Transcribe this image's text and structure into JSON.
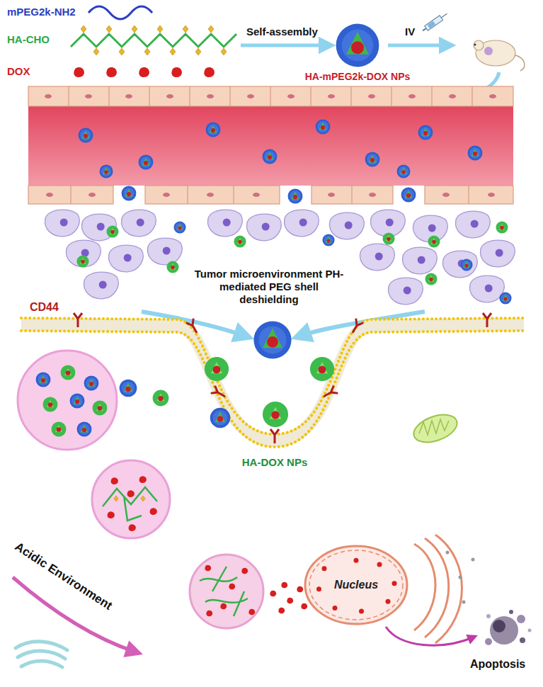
{
  "diagram": {
    "nodes": [
      {
        "text": [
          "Nucleus"
        ]
      }
    ],
    "labels": [
      "mPEG2k-NH2",
      "HA-CHO",
      "DOX",
      "Self-assembly",
      "IV",
      "HA-mPEG2k-DOX NPs",
      "Tumor microenvironment PH-mediated PEG shell deshielding",
      "CD44",
      "HA-DOX NPs",
      "Acidic Environment",
      "Apoptosis"
    ]
  }
}
